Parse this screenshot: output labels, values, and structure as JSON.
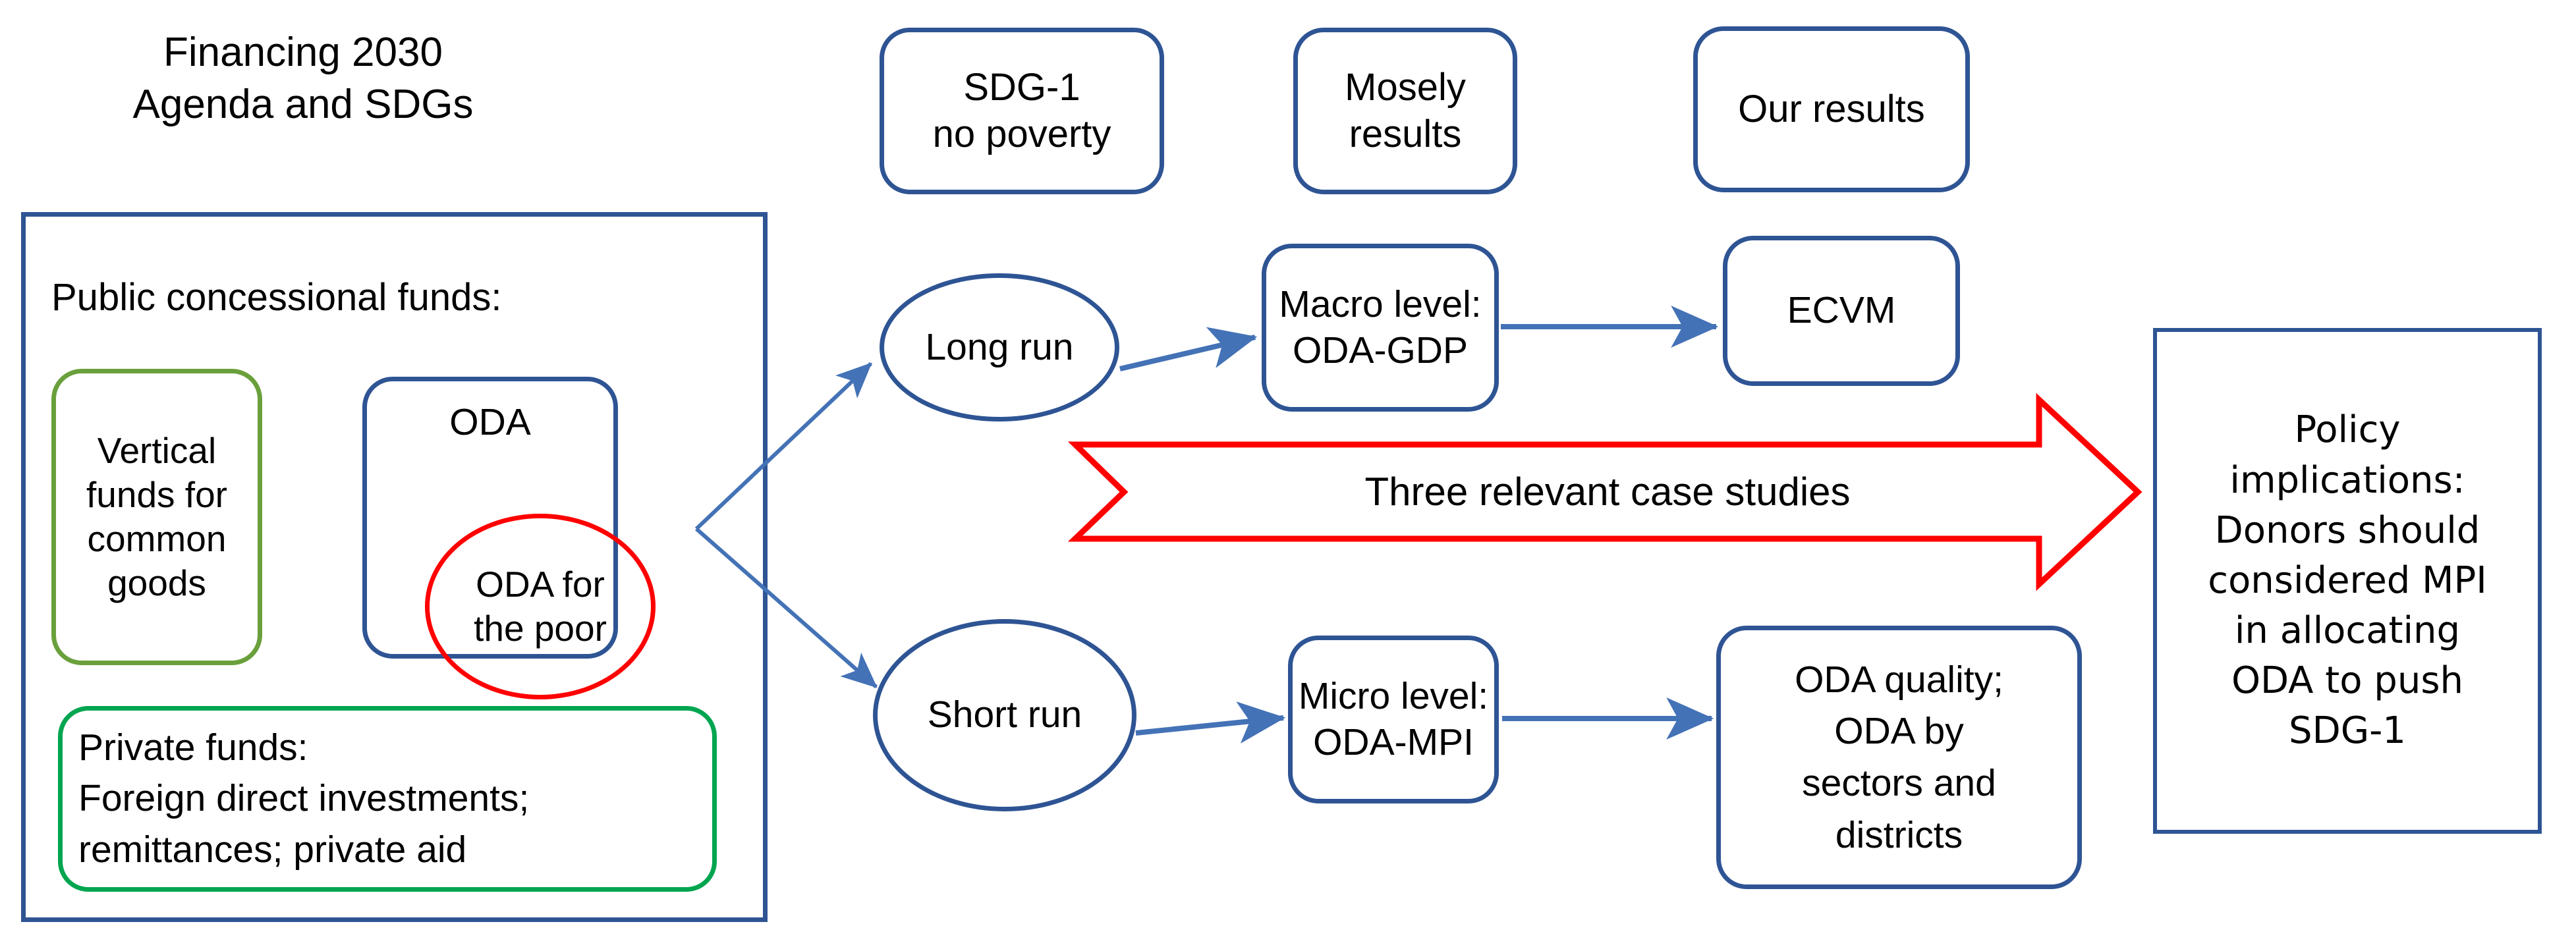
{
  "diagram": {
    "title": "Financing 2030\nAgenda and SDGs",
    "funds_container": {
      "heading": "Public concessional funds:",
      "vertical_funds": "Vertical\nfunds for\ncommon\ngoods",
      "oda_label": "ODA",
      "oda_for_the_poor": "ODA for\nthe poor",
      "private_funds": "Private funds:\nForeign direct investments;\nremittances; private aid"
    },
    "column_headers": [
      {
        "label": "SDG-1\nno poverty"
      },
      {
        "label": "Mosely\nresults"
      },
      {
        "label": "Our results"
      }
    ],
    "long_run_chain": {
      "start": "Long run",
      "middle": "Macro level:\nODA-GDP",
      "end": "ECVM"
    },
    "short_run_chain": {
      "start": "Short run",
      "middle": "Micro level:\nODA-MPI",
      "end": "ODA quality;\nODA by\nsectors and\ndistricts"
    },
    "banner": {
      "label": "Three relevant case studies"
    },
    "policy": {
      "label": "Policy\nimplications:\nDonors should\nconsidered MPI\nin allocating\nODA to push\nSDG-1"
    },
    "colors": {
      "frame_blue": "#2e5494",
      "arrow_blue": "#4472b6",
      "accent_red": "#ff0000",
      "green_light": "#6aa03c",
      "green": "#00a550",
      "text_black": "#000000",
      "background": "#ffffff"
    }
  }
}
